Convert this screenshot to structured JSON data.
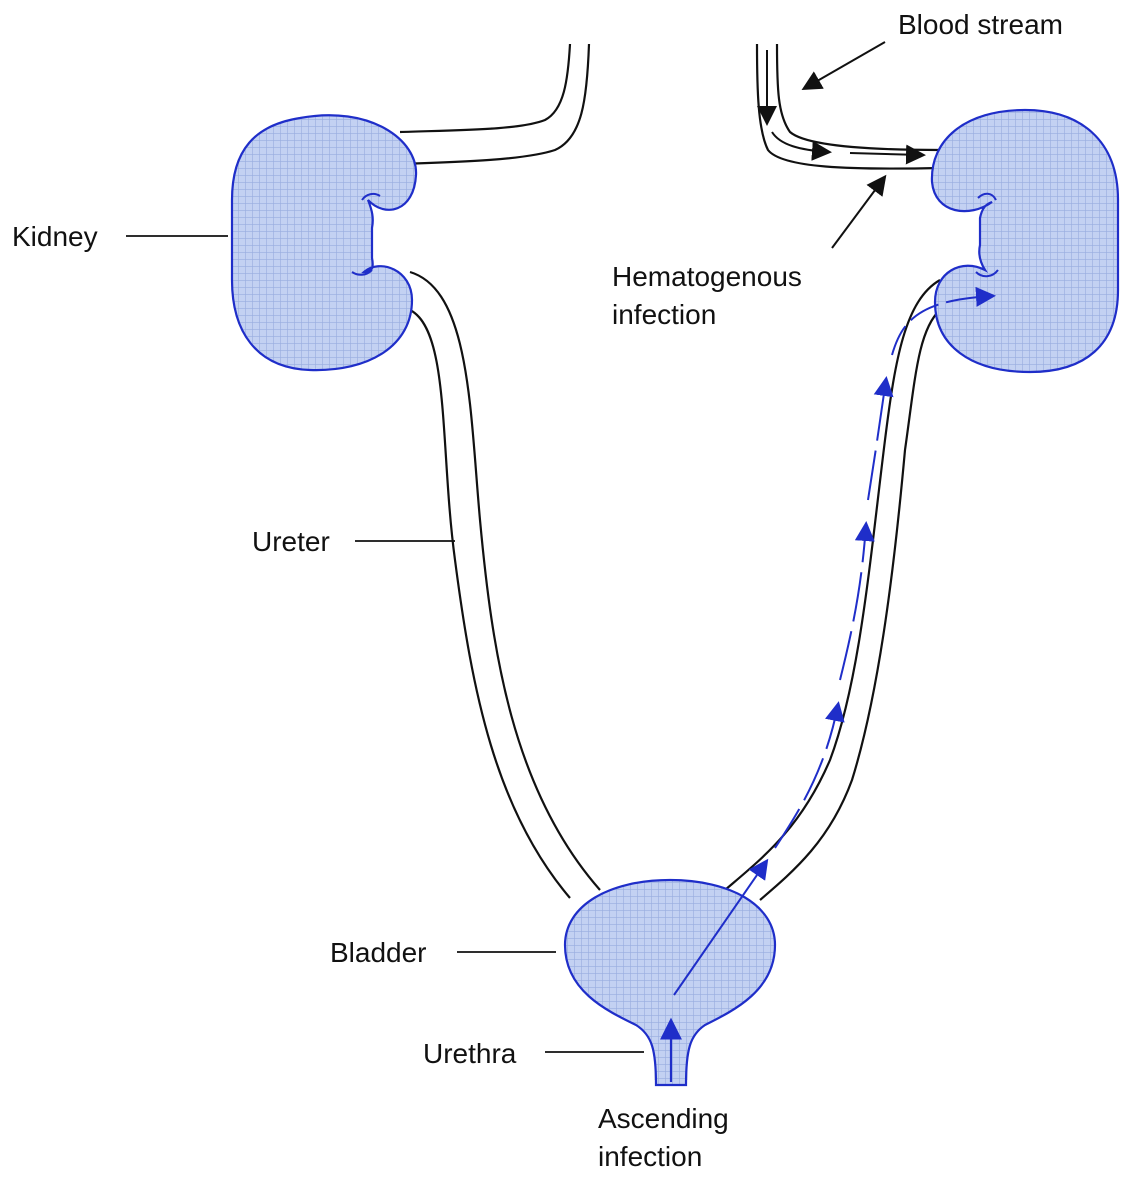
{
  "labels": {
    "kidney": "Kidney",
    "ureter": "Ureter",
    "bladder": "Bladder",
    "urethra": "Urethra",
    "blood_stream": "Blood stream",
    "hematogenous_line1": "Hematogenous",
    "hematogenous_line2": "infection",
    "ascending_line1": "Ascending",
    "ascending_line2": "infection"
  },
  "colors": {
    "organ_fill": "#b8c8ef",
    "organ_outline": "#1f2ec9",
    "infection_arrow": "#1f2ec9",
    "vessel_outline": "#111111",
    "text": "#111111"
  }
}
